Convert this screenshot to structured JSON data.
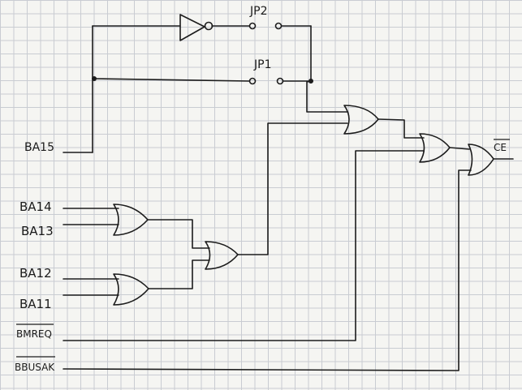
{
  "labels": {
    "jp2": "JP2",
    "jp1": "JP1",
    "ba15": "BA15",
    "ba14": "BA14",
    "ba13": "BA13",
    "ba12": "BA12",
    "ba11": "BA11",
    "bmreq": "BMREQ",
    "bbusak": "BBUSAK",
    "ce": "CE"
  },
  "colors": {
    "ink": "#1c1c1c",
    "grid": "#c9ccd2",
    "paper": "#f5f5f2"
  }
}
